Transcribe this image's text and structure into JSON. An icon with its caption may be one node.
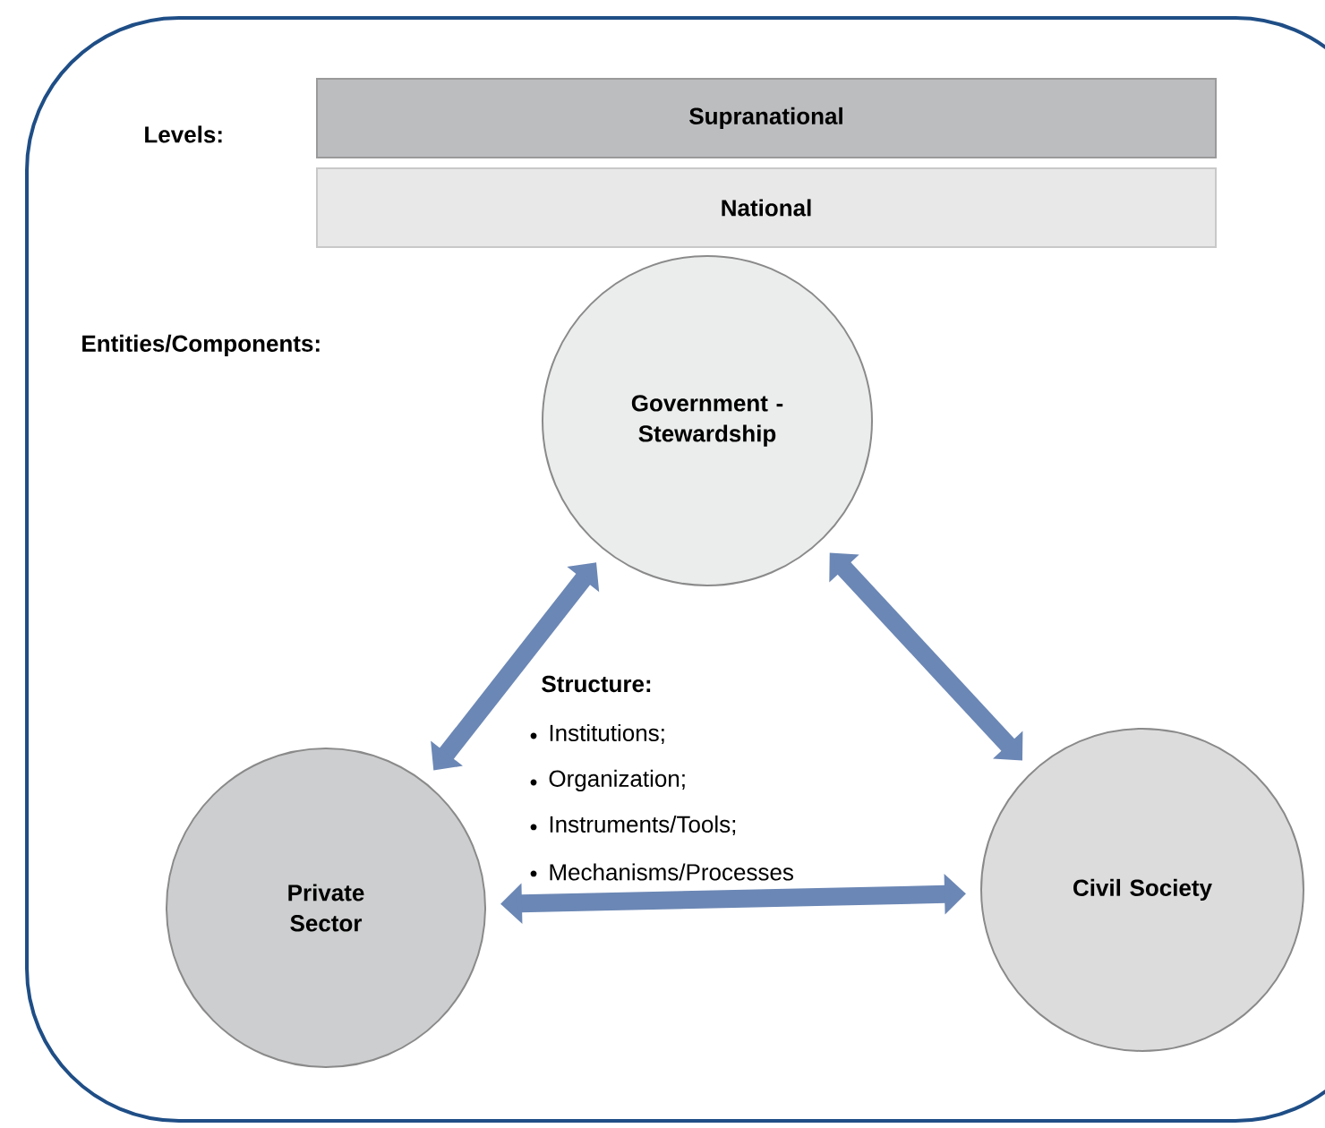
{
  "diagram": {
    "nodes": [
      {
        "text": [
          "Supranational"
        ]
      },
      {
        "text": [
          "National"
        ]
      },
      {
        "text": [
          "Government - Stewardship"
        ]
      },
      {
        "text": [
          "Private Sector"
        ]
      },
      {
        "text": [
          "Civil Society"
        ]
      }
    ],
    "edges": [
      {
        "from": 2,
        "to": 3,
        "arrow": "both"
      },
      {
        "from": 2,
        "to": 4,
        "arrow": "both"
      },
      {
        "from": 3,
        "to": 4,
        "arrow": "both"
      }
    ],
    "labels": [
      "Levels:",
      "Entities/Components:",
      "Structure:",
      "Institutions;",
      "Organization;",
      "Instruments/Tools;",
      "Mechanisms/Processes"
    ]
  }
}
